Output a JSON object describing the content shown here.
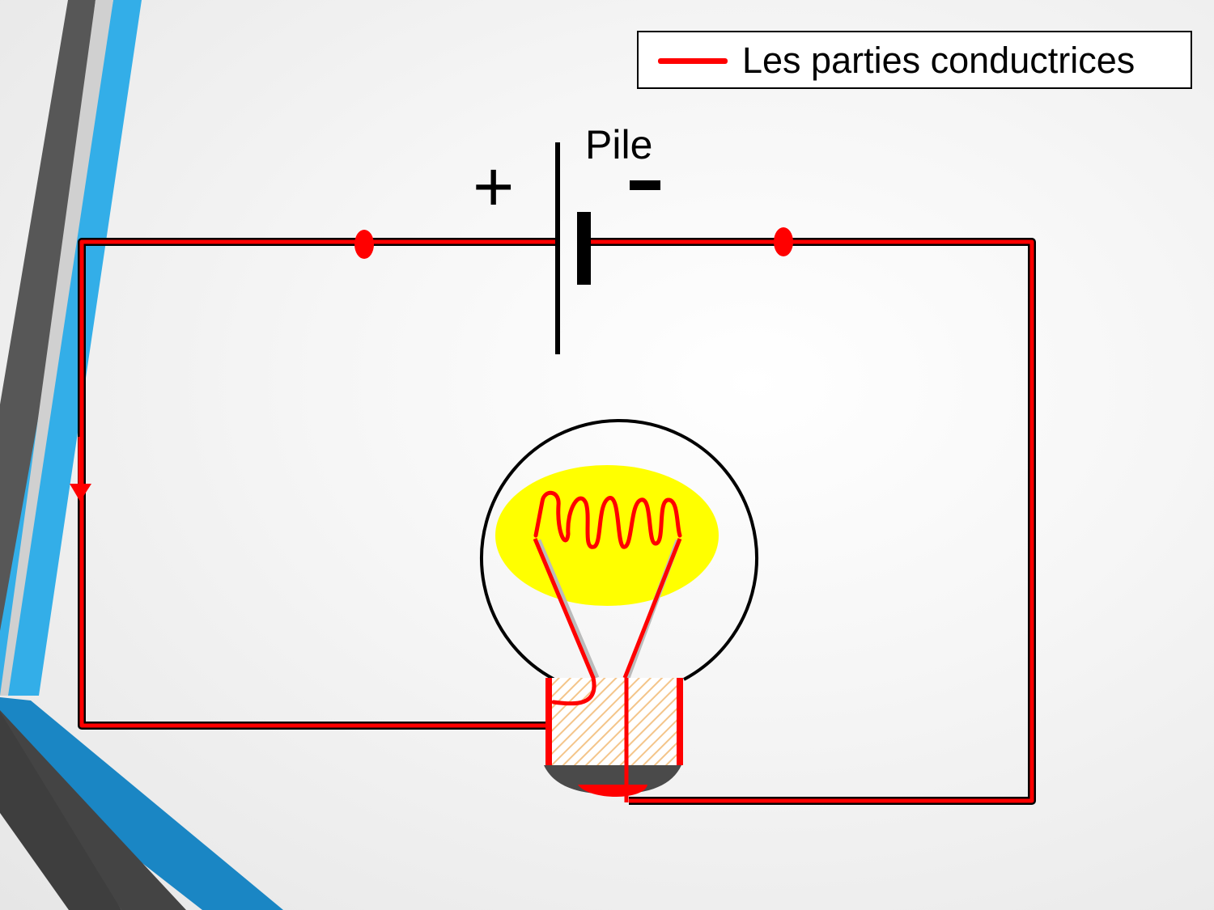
{
  "legend": {
    "label": "Les parties conductrices",
    "color": "#ff0000"
  },
  "battery": {
    "label": "Pile",
    "positive_symbol": "+",
    "negative_symbol": "-"
  },
  "colors": {
    "conductor": "#ff0000",
    "wire_outline": "#000000",
    "glow": "#ffff00",
    "socket_hatch": "#f4c58a",
    "base": "#4a4a4a",
    "accent_blue": "#33aee8",
    "accent_dark": "#4d4d4d"
  },
  "current_direction": "down",
  "icons": [
    "battery-symbol",
    "light-bulb",
    "current-arrow"
  ]
}
